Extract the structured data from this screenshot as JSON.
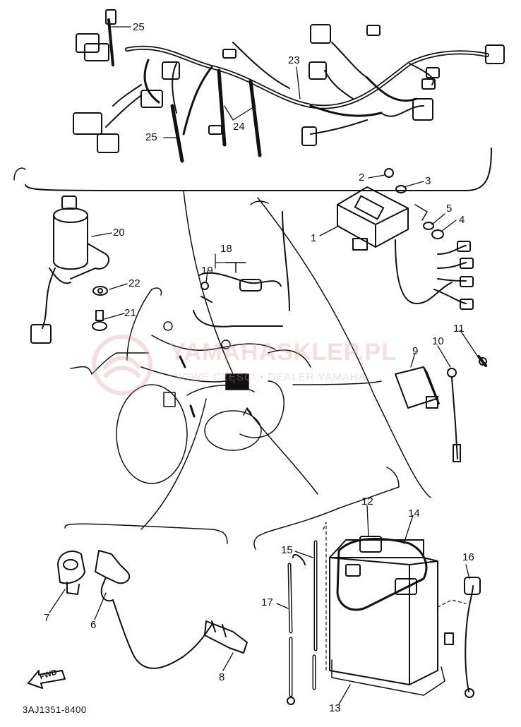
{
  "diagram": {
    "code": "3AJ1351-8400",
    "fwd_label": "FWD",
    "watermark": {
      "brand": "YAMAHASKLEP.PL",
      "sub": "NOWE CZĘŚCI • DEALER YAMAHA"
    },
    "callouts": [
      {
        "id": "c25a",
        "text": "25"
      },
      {
        "id": "c23",
        "text": "23"
      },
      {
        "id": "c24",
        "text": "24"
      },
      {
        "id": "c25b",
        "text": "25"
      },
      {
        "id": "c2",
        "text": "2"
      },
      {
        "id": "c3",
        "text": "3"
      },
      {
        "id": "c5",
        "text": "5"
      },
      {
        "id": "c4",
        "text": "4"
      },
      {
        "id": "c1",
        "text": "1"
      },
      {
        "id": "c20",
        "text": "20"
      },
      {
        "id": "c18",
        "text": "18"
      },
      {
        "id": "c19",
        "text": "19"
      },
      {
        "id": "c22",
        "text": "22"
      },
      {
        "id": "c21",
        "text": "21"
      },
      {
        "id": "c10",
        "text": "10"
      },
      {
        "id": "c11",
        "text": "11"
      },
      {
        "id": "c9",
        "text": "9"
      },
      {
        "id": "c12",
        "text": "12"
      },
      {
        "id": "c14",
        "text": "14"
      },
      {
        "id": "c15",
        "text": "15"
      },
      {
        "id": "c16",
        "text": "16"
      },
      {
        "id": "c17",
        "text": "17"
      },
      {
        "id": "c13",
        "text": "13"
      },
      {
        "id": "c7",
        "text": "7"
      },
      {
        "id": "c6",
        "text": "6"
      },
      {
        "id": "c8",
        "text": "8"
      }
    ]
  }
}
